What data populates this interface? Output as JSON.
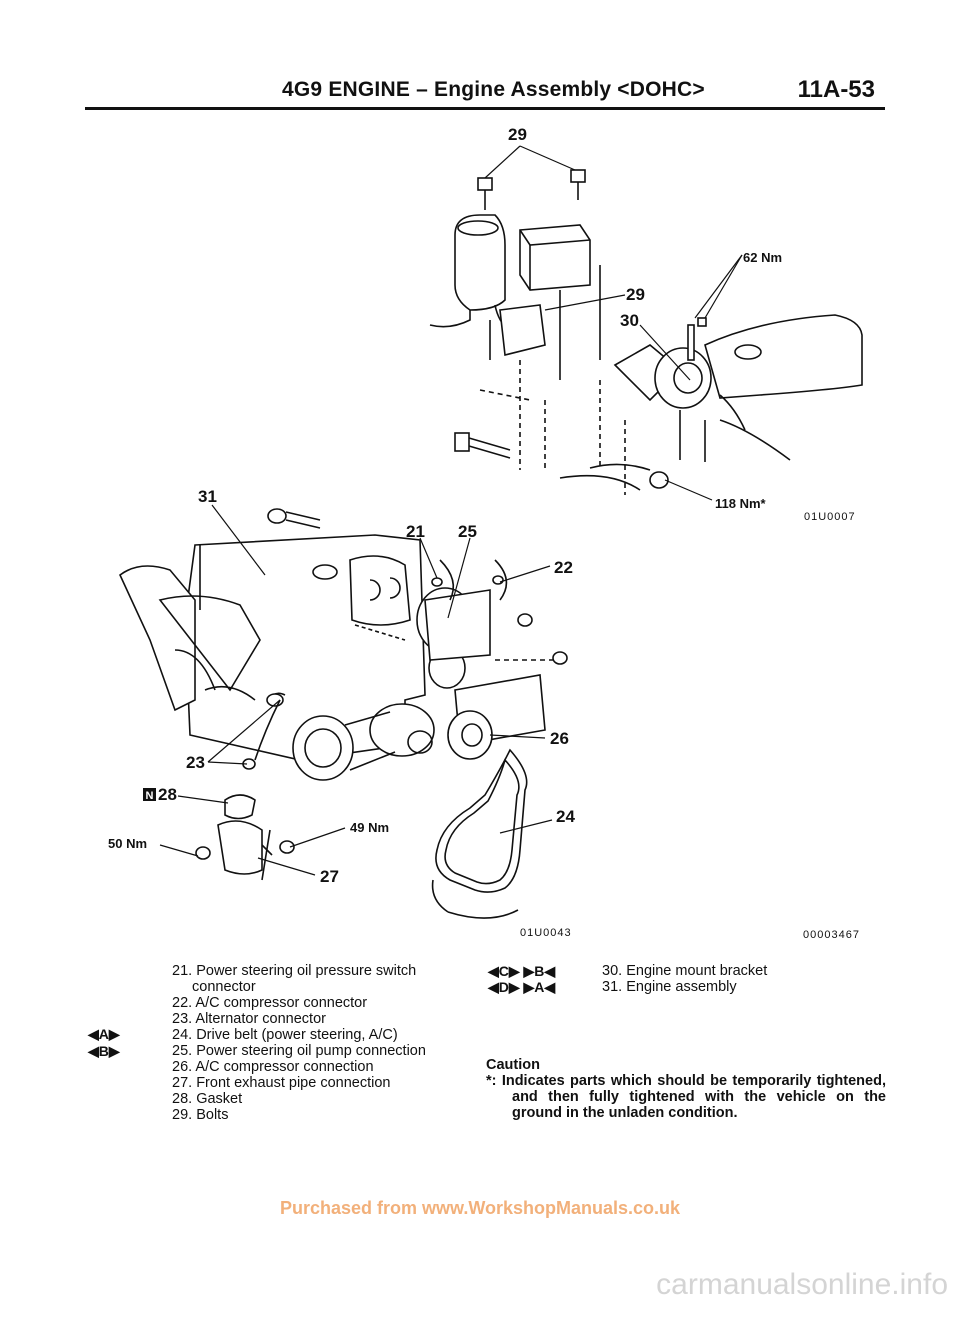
{
  "header": {
    "title": "4G9 ENGINE – Engine Assembly <DOHC>",
    "page_number": "11A-53"
  },
  "figure": {
    "callouts": {
      "c29_top": "29",
      "c62nm": "62 Nm",
      "c29_mid": "29",
      "c30": "30",
      "c118nm": "118 Nm*",
      "c31": "31",
      "c21": "21",
      "c25": "25",
      "c22": "22",
      "c26": "26",
      "c23": "23",
      "c28": "28",
      "c24": "24",
      "c49nm": "49 Nm",
      "c50nm": "50 Nm",
      "c27": "27",
      "n_badge": "N"
    },
    "refs": {
      "r1": "01U0007",
      "r2": "01U0043",
      "r3": "00003467"
    }
  },
  "legend_left": [
    {
      "num": "21.",
      "text": "Power steering oil pressure switch",
      "cont": "connector"
    },
    {
      "num": "22.",
      "text": "A/C compressor connector"
    },
    {
      "num": "23.",
      "text": "Alternator connector"
    },
    {
      "num": "24.",
      "text": "Drive belt (power steering, A/C)"
    },
    {
      "num": "25.",
      "text": "Power steering oil pump connection"
    },
    {
      "num": "26.",
      "text": "A/C compressor connection"
    },
    {
      "num": "27.",
      "text": "Front exhaust pipe connection"
    },
    {
      "num": "28.",
      "text": "Gasket"
    },
    {
      "num": "29.",
      "text": "Bolts"
    }
  ],
  "legend_right": [
    {
      "num": "30.",
      "text": "Engine mount bracket"
    },
    {
      "num": "31.",
      "text": "Engine assembly"
    }
  ],
  "symbols": {
    "left_a": "◀A▶",
    "left_b": "◀B▶",
    "right_row1": "◀C▶ ▶B◀",
    "right_row2": "◀D▶ ▶A◀"
  },
  "caution": {
    "title": "Caution",
    "text": "*: Indicates parts which should be temporarily tightened, and then fully tightened with the vehicle on the ground in the unladen condition."
  },
  "footer": "Purchased from www.WorkshopManuals.co.uk",
  "watermark": "carmanualsonline.info"
}
